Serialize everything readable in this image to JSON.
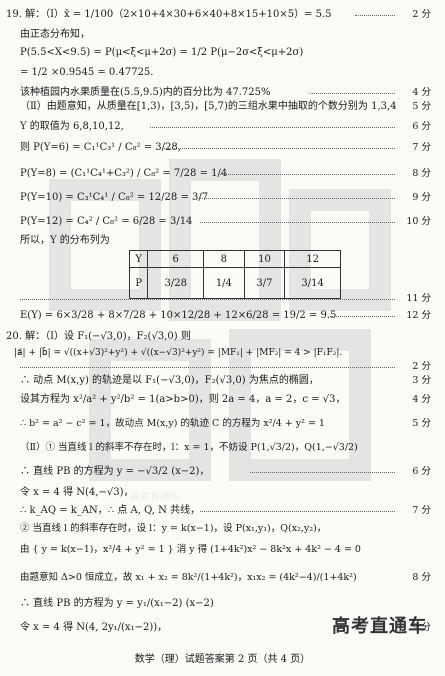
{
  "lines": [
    {
      "text": "19. 解：（Ⅰ）x̄ = 1/100（2×10+4×30+6×40+8×15+10×5）= 5.5",
      "score": "2 分"
    },
    {
      "text": "由正态分布知，",
      "score": ""
    },
    {
      "text": "P(5.5<X<9.5) = P(μ<ξ<μ+2σ) = 1/2 P(μ−2σ<ξ<μ+2σ)",
      "score": ""
    },
    {
      "text": "= 1/2 ×0.9545 = 0.47725.",
      "score": ""
    },
    {
      "text": "该种植园内水果质量在(5.5,9.5)内的百分比为 47.725%",
      "score": "4 分"
    },
    {
      "text": "（Ⅱ）由题意知，从质量在[1,3)，[3,5)，[5,7)的三组水果中抽取的个数分别为 1,3,4",
      "score": "5 分"
    },
    {
      "text": "Y 的取值为 6,8,10,12,",
      "score": "6 分"
    },
    {
      "text": "则 P(Y=6) = C₁¹C₃¹ / C₈² = 3/28,",
      "score": "7 分"
    },
    {
      "text": "P(Y=8) = (C₁¹C₄¹+C₃²) / C₈² = 7/28 = 1/4",
      "score": "8 分"
    },
    {
      "text": "P(Y=10) = C₃¹C₄¹ / C₈² = 12/28 = 3/7",
      "score": "9 分"
    },
    {
      "text": "P(Y=12) = C₄² / C₈² = 6/28 = 3/14",
      "score": "10 分"
    },
    {
      "text": "所以，Y 的分布列为",
      "score": ""
    }
  ],
  "table": {
    "row1_label": "Y",
    "row1": [
      "6",
      "8",
      "10",
      "12"
    ],
    "row2_label": "P",
    "row2": [
      "3/28",
      "1/4",
      "3/7",
      "3/14"
    ]
  },
  "lines2": [
    {
      "text": "",
      "score": "11 分"
    },
    {
      "text": "E(Y) = 6×3/28 + 8×7/28 + 10×12/28 + 12×6/28 = 19/2 = 9.5",
      "score": "12 分"
    },
    {
      "text": "20. 解：（Ⅰ）设 F₁(−√3,0)，F₂(√3,0) 则",
      "score": ""
    },
    {
      "text": "|a⃗| + |b⃗| = √((x+√3)²+y²) + √((x−√3)²+y²) = |MF₁| + |MF₂| = 4 > |F₁F₂|.",
      "score": ""
    },
    {
      "text": "",
      "score": "2 分"
    },
    {
      "text": "∴ 动点 M(x,y) 的轨迹是以 F₁(−√3,0)，F₂(√3,0) 为焦点的椭圆，",
      "score": "3 分"
    },
    {
      "text": "设其方程为 x²/a² + y²/b² = 1(a>b>0)，则 2a = 4，a = 2，c = √3，",
      "score": "4 分"
    },
    {
      "text": "∴ b² = a² − c² = 1，故动点 M(x,y) 的轨迹 C 的方程为 x²/4 + y² = 1",
      "score": "5 分"
    },
    {
      "text": "（Ⅱ）① 当直线 l 的斜率不存在时，l：x = 1，不妨设 P(1,√3/2)，Q(1,−√3/2)",
      "score": ""
    },
    {
      "text": "∴ 直线 PB 的方程为 y = −√3/2 (x−2)，",
      "score": "6 分"
    },
    {
      "text": "令 x = 4 得 N(4,−√3)，",
      "score": ""
    },
    {
      "text": "∴ k_AQ = k_AN，∴ 点 A, Q, N 共线，",
      "score": "7 分"
    },
    {
      "text": "② 当直线 l 的斜率存在时，设 l：y = k(x−1)，设 P(x₁,y₁)，Q(x₂,y₂)，",
      "score": ""
    },
    {
      "text": "由 { y = k(x−1)，x²/4 + y² = 1 }  消 y 得 (1+4k²)x² − 8k²x + 4k² − 4 = 0",
      "score": ""
    },
    {
      "text": "由题意知 Δ>0 恒成立，故 x₁ + x₂ = 8k²/(1+4k²)，x₁x₂ = (4k²−4)/(1+4k²)",
      "score": "8 分"
    },
    {
      "text": "∴ 直线 PB 的方程为 y = y₁/(x₁−2) (x−2)",
      "score": ""
    },
    {
      "text": "令 x = 4 得 N(4, 2y₁/(x₁−2))，",
      "score": "9 分"
    }
  ],
  "footer": "数学（理）试题答案第 2 页（共 4 页）",
  "brand": "高考直通车",
  "watermark": "高考直通车"
}
